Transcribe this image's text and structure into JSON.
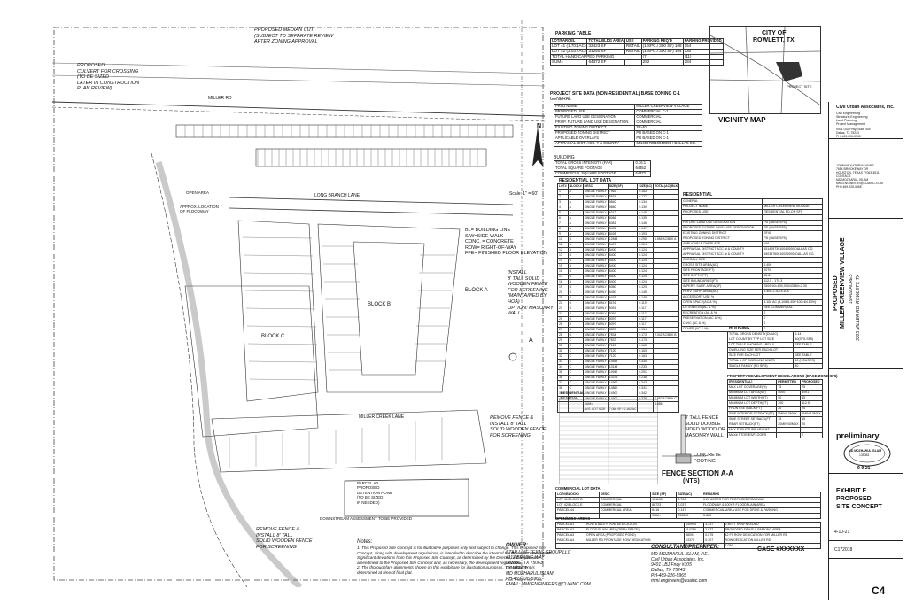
{
  "parking_table": {
    "title": "PARKING TABLE",
    "headers": [
      "LOT/PARCEL",
      "TOTAL BLDG AREA",
      "USE",
      "PARKING REQ'D",
      "PARKING PROVIDED"
    ],
    "rows": [
      [
        "LOT 41 (1.701 AC)",
        "32423 SF",
        "RETAIL",
        "(1 SPC./ 300 SF) 108",
        "154"
      ],
      [
        "LOT 42 (3.037 AC)",
        "31250 SF",
        "RETAIL",
        "(1 SPC./ 300 SF) 104",
        "130"
      ],
      [
        "TOTAL HANDICAPPED PARKING",
        "",
        "",
        "(7)",
        "(11)"
      ],
      [
        "SUM=",
        "64372 SF",
        "",
        "282",
        "284"
      ]
    ]
  },
  "site_data": {
    "title": "PROJECT SITE DATA (NON-RESIDENTIAL) BASE ZONING C-1",
    "general_label": "GENERAL",
    "rows": [
      [
        "PROJ NAME",
        "MILLER CREEKVIEW VILLAGE"
      ],
      [
        "PROPOSED USE",
        "COMMERCIAL C-1"
      ],
      [
        "FUTURE LAND USE DESIGNATION",
        "COMMERCIAL"
      ],
      [
        "PROP. FUTURE LAND USE DESIGNATION",
        "COMMERCIAL"
      ],
      [
        "EXISTING ZONING DISTRICT",
        "SF-40"
      ],
      [
        "PROPOSED ZONING DISTRICT",
        "PD BASED ON C-1"
      ],
      [
        "APPLICABLE OVERLAYS",
        "PD BASED ON C-1"
      ],
      [
        "APPRAISAL DIST. ACC. # & COUNTY",
        "65140973010040000 / DALLAS CO."
      ]
    ],
    "building_label": "BUILDING",
    "building_rows": [
      [
        "TOTAL GROSS INTENSITY (FAR)",
        "0.16:1"
      ],
      [
        "TOTAL SQUARE FOOTAGE",
        "64352"
      ],
      [
        "COMMERCIAL SQUARE FOOTAGE",
        "64372"
      ]
    ]
  },
  "residential_lot_data": {
    "title": "RESIDENTIAL LOT DATA",
    "headers": [
      "LOT#",
      "BLOCK#",
      "DESC.",
      "SIZE (SF)",
      "SIZE(AC)",
      "TOTAL(AC)/BLK"
    ],
    "rows": [
      [
        "1",
        "A",
        "SINGLE FAMILY",
        "7962",
        "0.183",
        ""
      ],
      [
        "2",
        "A",
        "SINGLE FAMILY",
        "5515",
        "0.127",
        ""
      ],
      [
        "3",
        "A",
        "SINGLE FAMILY",
        "5840",
        "0.134",
        ""
      ],
      [
        "4",
        "A",
        "SINGLE FAMILY",
        "5660",
        "0.130",
        ""
      ],
      [
        "5",
        "A",
        "SINGLE FAMILY",
        "6312",
        "0.145",
        ""
      ],
      [
        "6",
        "A",
        "SINGLE FAMILY",
        "6066",
        "0.139",
        ""
      ],
      [
        "7",
        "A",
        "SINGLE FAMILY",
        "6381",
        "0.146",
        ""
      ],
      [
        "8",
        "A",
        "SINGLE FAMILY",
        "6405",
        "0.147",
        ""
      ],
      [
        "9",
        "A",
        "SINGLE FAMILY",
        "8428",
        "0.193",
        ""
      ],
      [
        "10",
        "B",
        "SINGLE FAMILY",
        "12843",
        "0.295",
        "1.555 AC/BLK A"
      ],
      [
        "11",
        "B",
        "SINGLE FAMILY",
        "5407",
        "0.124",
        ""
      ],
      [
        "12",
        "B",
        "SINGLE FAMILY",
        "5400",
        "0.124",
        ""
      ],
      [
        "13",
        "B",
        "SINGLE FAMILY",
        "5400",
        "0.124",
        ""
      ],
      [
        "14",
        "B",
        "SINGLE FAMILY",
        "5400",
        "0.124",
        ""
      ],
      [
        "15",
        "B",
        "SINGLE FAMILY",
        "5400",
        "0.124",
        ""
      ],
      [
        "16",
        "B",
        "SINGLE FAMILY",
        "5400",
        "0.124",
        ""
      ],
      [
        "17",
        "B",
        "SINGLE FAMILY",
        "5400",
        "0.124",
        ""
      ],
      [
        "18",
        "B",
        "SINGLE FAMILY",
        "5400",
        "0.124",
        ""
      ],
      [
        "19",
        "B",
        "SINGLE FAMILY",
        "5350",
        "0.123",
        ""
      ],
      [
        "20",
        "B",
        "SINGLE FAMILY",
        "6450",
        "0.148",
        ""
      ],
      [
        "21",
        "B",
        "SINGLE FAMILY",
        "6433",
        "0.148",
        ""
      ],
      [
        "22",
        "B",
        "SINGLE FAMILY",
        "5191",
        "0.119",
        ""
      ],
      [
        "23",
        "B",
        "SINGLE FAMILY",
        "5091",
        "0.117",
        ""
      ],
      [
        "24",
        "B",
        "SINGLE FAMILY",
        "5091",
        "0.117",
        ""
      ],
      [
        "25",
        "B",
        "SINGLE FAMILY",
        "5097",
        "0.117",
        ""
      ],
      [
        "26",
        "B",
        "SINGLE FAMILY",
        "5097",
        "0.117",
        ""
      ],
      [
        "27",
        "B",
        "SINGLE FAMILY",
        "5837",
        "0.134",
        ""
      ],
      [
        "28",
        "B",
        "SINGLE FAMILY",
        "7534",
        "0.173",
        "2.342 AC/BLK B"
      ],
      [
        "29",
        "C",
        "SINGLE FAMILY",
        "7537",
        "0.173",
        ""
      ],
      [
        "30",
        "C",
        "SINGLE FAMILY",
        "7120",
        "0.163",
        ""
      ],
      [
        "31",
        "C",
        "SINGLE FAMILY",
        "7120",
        "0.163",
        ""
      ],
      [
        "32",
        "C",
        "SINGLE FAMILY",
        "7120",
        "0.163",
        ""
      ],
      [
        "33",
        "C",
        "SINGLE FAMILY",
        "14559",
        "0.334",
        ""
      ],
      [
        "34",
        "C",
        "SINGLE FAMILY",
        "10143",
        "0.233",
        ""
      ],
      [
        "35",
        "C",
        "SINGLE FAMILY",
        "10942",
        "0.251",
        ""
      ],
      [
        "36",
        "C",
        "SINGLE FAMILY",
        "10376",
        "0.238",
        ""
      ],
      [
        "37",
        "C",
        "SINGLE FAMILY",
        "14960",
        "0.343",
        ""
      ],
      [
        "38",
        "C",
        "SINGLE FAMILY",
        "14860",
        "0.341",
        ""
      ],
      [
        "39",
        "C",
        "SINGLE FAMILY",
        "14900",
        "0.342",
        ""
      ],
      [
        "40",
        "C",
        "SINGLE FAMILY",
        "14300",
        "0.328",
        "2.852 AC/BLK C"
      ]
    ],
    "sum_row": [
      "",
      "",
      "SUM=",
      "",
      "",
      "6.856"
    ],
    "avg_row": [
      "",
      "",
      "AVG. LOT SIZE",
      "7,066 SF / 0.162 AC",
      "",
      ""
    ]
  },
  "residential_general": {
    "title": "RESIDENTIAL",
    "rows": [
      [
        "GENERAL",
        ""
      ],
      [
        "PROJECT NAME",
        "MILLER CREEKVIEW VILLAGE"
      ],
      [
        "PROPOSED USE",
        "RESIDENTIAL PD-ON SF5"
      ],
      [
        "",
        ""
      ],
      [
        "FUTURE LAND USE DESIGNATION",
        "PD (BASE SF5)"
      ],
      [
        "PROPOSED FUTURE LAND USE DESIGNATION",
        "PD (BASE SF5)"
      ],
      [
        "EXISTING ZONING DISTRICT",
        "SF40"
      ],
      [
        "PROPOSED ZONING DISTRICT",
        "PD (BASE SF5)"
      ],
      [
        "APPLICABLE OVERLAYS",
        "N/A"
      ],
      [
        "APPRAISAL DISTRICT ACC. # & COUNTY",
        "65140973010040000/DALLAS CO."
      ],
      [
        "APPRAISAL DISTRICT ACC. # & COUNTY",
        "65034760610020000/ DALLAS CO."
      ],
      [
        "OVERALL SITE",
        ""
      ],
      [
        "GROSS SITE AREA(AC)",
        "6.406"
      ],
      [
        "SITE FRONTAGE(FT)",
        "2070"
      ],
      [
        "SITE DEPTH(FT)",
        "45.89"
      ],
      [
        "SITE BOUNDARIES(FT)",
        "112.5 - 179.3"
      ],
      [
        "IMPERV. SURF. AREA(SF)",
        "2500*40=100,000/43560=2.30"
      ],
      [
        "PERV. SURF. AREA(AC)",
        "6.406-2.30=4.108"
      ],
      [
        "ACCESSORY USE %",
        ""
      ],
      [
        "OPEN SPACE(AC & %)",
        "4.108 AC (4.108/6.406*100=64.13%)"
      ],
      [
        "DETENTION (AC & %)",
        "SEE COMMERCIAL"
      ],
      [
        "RECREATION (AC & %)",
        "0"
      ],
      [
        "PRESERVATION (AC & %)",
        "0"
      ],
      [
        "CIVIC (AC & %)",
        "0"
      ],
      [
        "OTHER (AC & %)",
        "0"
      ]
    ]
  },
  "housing": {
    "title": "HOUSING",
    "rows": [
      [
        "TOTAL GROSS DENSITY(DU/AC)",
        "6.14"
      ],
      [
        "LOT COUNT BY TYP LOT SIZE",
        "40(SF5-SF5)"
      ],
      [
        "LOT TABLE SHOWING AREA &",
        "SEE TABLE"
      ],
      [
        "DWELLING SIZE PER EACH LOT",
        ""
      ],
      [
        "SIZE FOR EACH LOT",
        "SEE TABLE"
      ],
      [
        "TOTAL # OF DWELLING UNITS",
        "40 (HOUSES)"
      ],
      [
        "SINGLE FAMILY (PD SF 5)",
        "40"
      ]
    ]
  },
  "prop_dev_regs": {
    "title": "PROPERTY DEVELOPMENT REGULATIONS (BASE ZONE SF5)",
    "headers": [
      "[RESIDENTIAL]",
      "PERMITTED",
      "PROPOSED"
    ],
    "rows": [
      [
        "MAX LOT COVERAGE(%)",
        "75",
        "75"
      ],
      [
        "MINIMUM LOT AREA(SF)",
        "5000",
        "5091"
      ],
      [
        "MINIMUM LOT WIDTH(FT)",
        "50",
        "45"
      ],
      [
        "MINIMUM LOT DEPTH(FT)",
        "100",
        "112.5"
      ],
      [
        "FRONT SETBACK(FT)",
        "20",
        "20"
      ],
      [
        "SIDE INTERIOR SETBACK(FT)",
        "5MIN/10MAX",
        "5MIN/10MAX"
      ],
      [
        "SIDE STREET SETBACK(FT)",
        "15",
        "15"
      ],
      [
        "REAR SETBACK(FT)",
        "20MIN/30MAX",
        "20"
      ],
      [
        "MAX STRUCTURE HEIGHT",
        "",
        ""
      ],
      [
        "MAX# STORIES/FLOORS",
        "",
        "2"
      ]
    ]
  },
  "small_residential": {
    "title": "RESIDENTIAL",
    "subtitle": "GENERAL"
  },
  "commercial_lot_data": {
    "title": "COMMERCIAL LOT DATA",
    "headers": [
      "LOT#/BLOCK#",
      "DESC.",
      "SIZE (SF)",
      "SIZE(AC)",
      "REMARKS"
    ],
    "rows": [
      [
        "LOT 41/BLOCK D",
        "COMMERCIAL",
        "161150",
        "3.700",
        "0.27 ACRES FOR PROPOSED ROADWAY"
      ],
      [
        "LOT 42/BLOCK E",
        "COMMERCIAL",
        "88723",
        "2.037",
        "FLOODWAY & 100YR FLOODPLAIN AREA"
      ],
      [
        "PARCEL 44",
        "COMMERCIAL AREA",
        "6416",
        "0.147",
        "COMMERCIAL AREA USE FOR DRIVE & PARKING"
      ],
      [
        "",
        "",
        "SUM=",
        "256289",
        "5.886"
      ]
    ]
  },
  "open_misc_areas": {
    "title": "OPEN/MISC AREAS",
    "rows": [
      [
        "PARCEL A1",
        "ROW & ALLEY ROW DEDICATION",
        "140994",
        "3.237",
        "2.46 FT ROW NEEDED"
      ],
      [
        "PARCEL A2",
        "FLOOD PLAIN AREA(OPEN SPACE)",
        "114289",
        "2.622",
        "PROPOSED DRIVE & PARKING AREA"
      ],
      [
        "PARCEL A3",
        "OPEN AREA (PROPOSED POND)",
        "38097",
        "0.875",
        "42 FT ROW DEDICATION FOR MILLER RD"
      ],
      [
        "PARCEL A4",
        "MILLER RD FRONTAGE ROW DEDICATION",
        "13370",
        "0.307",
        "ROW DEDICATION MILLER RD"
      ],
      [
        "",
        "",
        "SUM=",
        "307479",
        "7.059"
      ]
    ]
  },
  "vicinity": {
    "city_line1": "CITY OF",
    "city_line2": "ROWLETT, TX",
    "title": "VICINITY MAP",
    "site_label": "PROJECT SITE"
  },
  "plan_labels": {
    "median_note": "PROPOSED MEDIAN CUT\n(SUBJECT TO SEPARATE REVIEW\nAFTER ZONING APPROVAL",
    "culvert_note": "PROPOSED\nCULVERT FOR CROSSING\n(TO BE SIZED\nLATER IN CONSTRUCTION\nPLAN REVIEW)",
    "legend": "BL= BUILDING LINE\nS/W=SIDE WALK\nCONC. = CONCRETE\nROW= RIGHT-OF-WAY\nFFE= FINISHED FLOOR ELEVATION",
    "fence_note1": "INSTALL\n8' TALL SOLID\nWOODEN FENCE\nFOR SCREENING\n(MAINTAINED BY\nHOA)\nOPTION: MASONRY\nWALL",
    "fence_note2": "REMOVE FENCE &\nINSTALL 8' TALL\nSOLID WOODEN FENCE\nFOR SCREENING",
    "fence_note3": "REMOVE FENCE &\nINSTALL 8' TALL\nSOLID WOODEN FENCE\nFOR SCREENING",
    "road1": "MILLER RD",
    "road2": "LONG BRANCH LANE",
    "road3": "MILLER CREEK LANE",
    "block_c": "BLOCK C",
    "block_b": "BLOCK B",
    "block_a": "BLOCK A",
    "scale": "Scale: 1\" = 60'",
    "north": "N",
    "pond_note": "PARCEL A3\nPROPOSED\nDETENTION POND\n(TO BE SIZED\nIF NEEDED)",
    "downstream": "DOWNSTREAM ASSESSMENT TO BE PROVIDED",
    "section_a": "A",
    "flood_note": "APPROX. LOCATION\nOF FLOODWAY",
    "open_area": "OPEN AREA"
  },
  "fence_section": {
    "note1": "8' TALL FENCE\nSOLID DOUBLE\nSIDED WOOD OR\nMASONRY WALL",
    "note2": "CONCRETE\nFOOTING",
    "title": "FENCE SECTION A-A",
    "subtitle": "(NTS)"
  },
  "notes": {
    "title": "Notes:",
    "lines": [
      "1.  This Proposed Site Concept is for illustrative purposes only and subject to change. This Proposed Site",
      "Concept, along with development regulations, is intended to describe the intent of the Planned Development.",
      "Significant deviations from this Proposed Site Concept, as determined by the Director, will require an",
      "amendment to the Proposed Site Concept and, as necessary, the development regulations.",
      "2.  The thoroughfare alignments shown on this exhibit are for illustration purposes. The alignment is",
      "determined at time of final plat."
    ]
  },
  "owner": {
    "title": "OWNER:",
    "lines": [
      "STAR LINE TEXAS GROUP LLC",
      "4117 BERING WAY",
      "IRVING, TX 75063",
      "CONTACT:",
      "MD MOZHARUL ISLAM",
      "PH-469-226-5965",
      "EMAIL: MMI.ENGINEERS@CUAINC.COM"
    ]
  },
  "consultant": {
    "title": "CONSULTANT/PREPARER:",
    "lines": [
      "MD MOZHARUL ISLAM, P.E.",
      "Civil Urban Associates, Inc.",
      "9401 LBJ Frwy #305",
      "Dallas, TX 75243",
      "PH-469-226-5965",
      "mmi.engineers@cuainc.com"
    ]
  },
  "case": "CASE #XXXXXX",
  "title_block": {
    "firm": "Civil Urban Associates, Inc.",
    "firm_services": [
      "Civil Engineering",
      "Structural Engineering",
      "Land Planning",
      "Project Management"
    ],
    "firm_address": "9401 LBJ Frwy, Suite 305\nDallas, TX 75243\nPH: 469-226-5965",
    "engineer": "JOHNNIE KATHRYN WARE\n7654 BROOKEWAY DR\nHOUSTON, TEXAS 77063-3511\nCONTACT:\nMD MOZHARUL ISLAM\nMMI.ENGINEERS@CUAINC.COM\nPH# 469-226-5965",
    "proposed": "PROPOSED",
    "project_name": "MILLER CREEKVIEW VILLAGE",
    "project_acres": "19.402 ACRES",
    "project_address": "3305 MILLER RD, ROWLETT, TX",
    "preliminary": "preliminary",
    "seal_name": "MD MOZHARUL ISLAM",
    "seal_number": "135083",
    "seal_date": "9-9-21",
    "exhibit": "EXHIBIT E",
    "exhibit_sub1": "PROPOSED",
    "exhibit_sub2": "SITE CONCEPT",
    "date": "4-10-21",
    "job": "C172018",
    "sheet": "C4"
  }
}
